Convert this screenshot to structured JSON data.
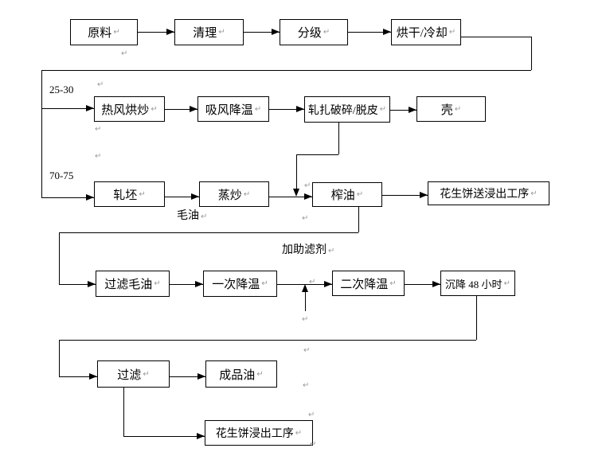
{
  "pilcrow": "↵",
  "nodes": [
    {
      "id": "raw-material",
      "label": "原料"
    },
    {
      "id": "cleaning",
      "label": "清理"
    },
    {
      "id": "grading",
      "label": "分级"
    },
    {
      "id": "drying-cooling",
      "label": "烘干/冷却"
    },
    {
      "id": "hot-air-roasting",
      "label": "热风烘炒"
    },
    {
      "id": "suction-cooling",
      "label": "吸风降温"
    },
    {
      "id": "crushing-peeling",
      "label": "轧扎破碎/脱皮"
    },
    {
      "id": "shell",
      "label": "壳"
    },
    {
      "id": "flaking",
      "label": "轧坯"
    },
    {
      "id": "steaming-roasting",
      "label": "蒸炒"
    },
    {
      "id": "oil-pressing",
      "label": "榨油"
    },
    {
      "id": "cake-to-extraction",
      "label": "花生饼送浸出工序"
    },
    {
      "id": "filter-crude-oil",
      "label": "过滤毛油"
    },
    {
      "id": "first-cooling",
      "label": "一次降温"
    },
    {
      "id": "second-cooling",
      "label": "二次降温"
    },
    {
      "id": "settling-48h",
      "label": "沉降 48 小时"
    },
    {
      "id": "filtering",
      "label": "过滤"
    },
    {
      "id": "finished-oil",
      "label": "成品油"
    },
    {
      "id": "cake-extraction",
      "label": "花生饼浸出工序"
    }
  ],
  "annotations": {
    "temp_range_1": "25-30",
    "temp_range_2": "70-75",
    "crude_oil": "毛油",
    "filter_aid": "加助滤剂"
  },
  "flow": {
    "edges": [
      {
        "from": "原料",
        "to": "清理"
      },
      {
        "from": "清理",
        "to": "分级"
      },
      {
        "from": "分级",
        "to": "烘干/冷却"
      },
      {
        "from": "烘干/冷却",
        "to": "热风烘炒",
        "label": "25-30"
      },
      {
        "from": "热风烘炒",
        "to": "吸风降温"
      },
      {
        "from": "吸风降温",
        "to": "轧扎破碎/脱皮"
      },
      {
        "from": "轧扎破碎/脱皮",
        "to": "壳"
      },
      {
        "from": "轧扎破碎/脱皮",
        "to": "榨油"
      },
      {
        "from": "烘干/冷却",
        "to": "轧坯",
        "label": "70-75"
      },
      {
        "from": "轧坯",
        "to": "蒸炒"
      },
      {
        "from": "蒸炒",
        "to": "榨油",
        "label": "毛油"
      },
      {
        "from": "榨油",
        "to": "花生饼送浸出工序"
      },
      {
        "from": "榨油",
        "to": "过滤毛油"
      },
      {
        "from": "过滤毛油",
        "to": "一次降温"
      },
      {
        "from": "一次降温",
        "to": "二次降温",
        "label": "加助滤剂"
      },
      {
        "from": "二次降温",
        "to": "沉降 48 小时"
      },
      {
        "from": "沉降 48 小时",
        "to": "过滤"
      },
      {
        "from": "过滤",
        "to": "成品油"
      },
      {
        "from": "过滤",
        "to": "花生饼浸出工序"
      }
    ]
  },
  "colors": {
    "line": "#000000",
    "box_border": "#000000",
    "text": "#000000",
    "pilcrow": "#9a9a9a"
  }
}
